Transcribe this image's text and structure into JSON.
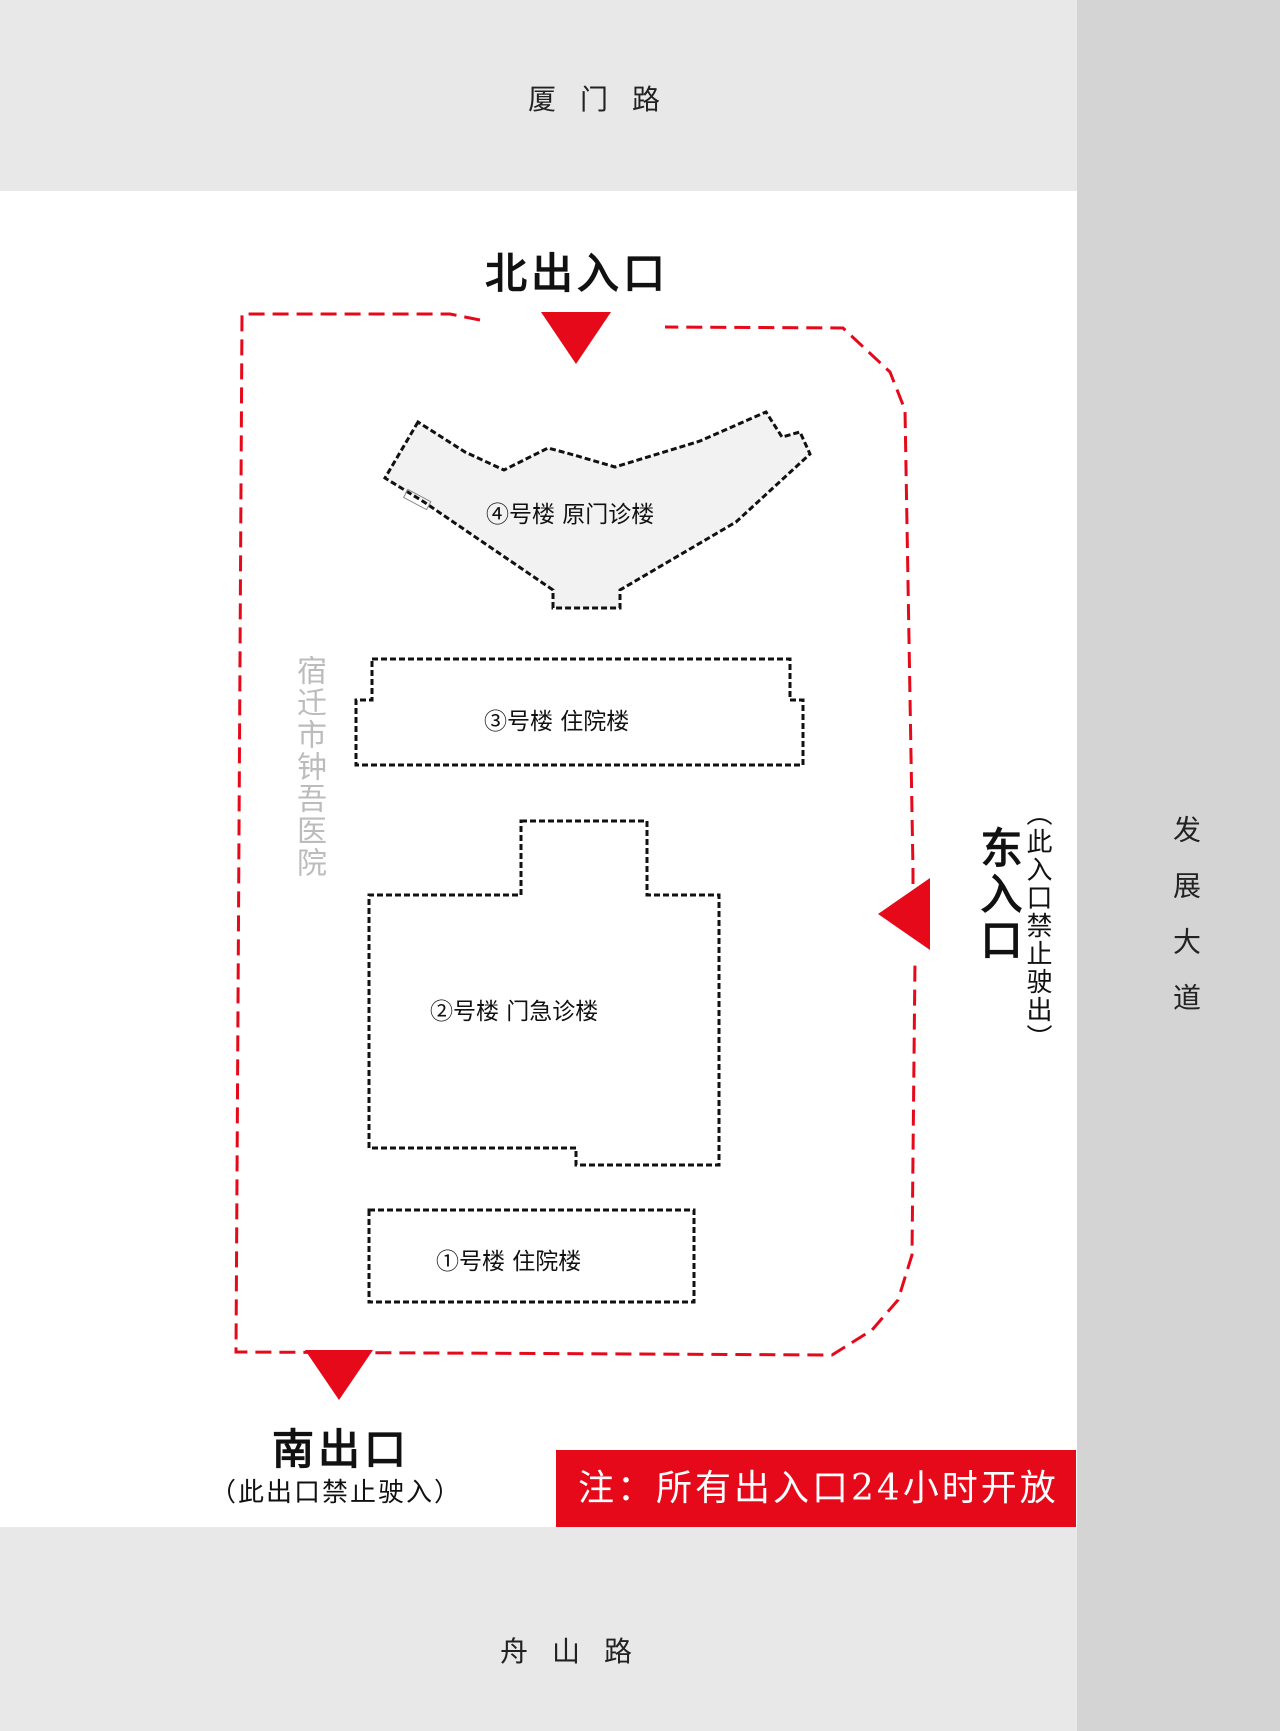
{
  "roads": {
    "top": "厦门路",
    "bottom": "舟山路",
    "right": "发展大道"
  },
  "hospital_name": "宿迁市钟吾医院",
  "entrances": {
    "north": {
      "label": "北出入口"
    },
    "east": {
      "label": "东入口",
      "note": "（此入口禁止驶出）"
    },
    "south": {
      "label": "南出口",
      "note": "（此出口禁止驶入）"
    }
  },
  "buildings": [
    {
      "label": "①号楼 住院楼"
    },
    {
      "label": "②号楼 门急诊楼"
    },
    {
      "label": "③号楼 住院楼"
    },
    {
      "label": "④号楼 原门诊楼"
    }
  ],
  "notice": "注：所有出入口24小时开放",
  "colors": {
    "accent": "#e5091a",
    "road": "#e8e8e8",
    "road_right": "#d4d4d4",
    "hospital_name": "#bcbcbc"
  }
}
